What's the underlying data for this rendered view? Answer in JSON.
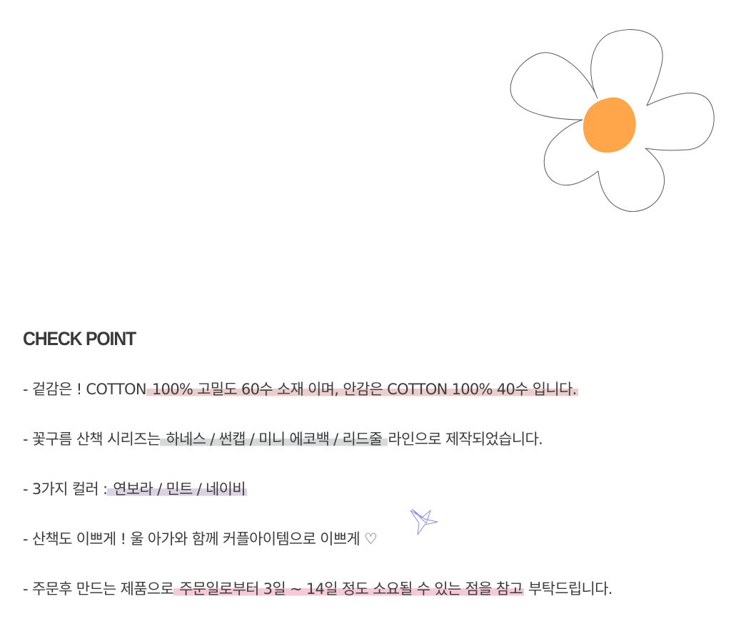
{
  "heading": "CHECK POINT",
  "points": [
    {
      "text_before": "- 겉감은 !  COTTON",
      "highlight": " 100%  고밀도 60수 소재 이며, 안감은 COTTON 100% 40수 입니다.",
      "text_after": ""
    },
    {
      "text_before": "- 꽃구름 산책 시리즈는",
      "highlight": " 하네스 / 썬캡 / 미니 에코백 / 리드줄 ",
      "text_after": "라인으로 제작되었습니다."
    },
    {
      "text_before": "- 3가지 컬러 :",
      "highlight": " 연보라 / 민트 / 네이비",
      "text_after": ""
    },
    {
      "text": "- 산책도 이쁘게 ! 울 아가와 함께 커플아이템으로 이쁘게 ♡"
    },
    {
      "text_before": "- 주문후 만드는 제품으로",
      "highlight": " 주문일로부터  3일 ~ 14일 정도 소요될 수 있는 점을 참고",
      "text_after": " 부탁드립니다."
    }
  ],
  "colors": {
    "highlight_pink": "#eccccc",
    "highlight_gray": "#d5d9d9",
    "highlight_lavender": "#ddd2e4",
    "highlight_rose": "#f6c9d6",
    "flower_center": "#ffa54a",
    "star_stroke": "#8a8ae6"
  },
  "icons": [
    "flower-icon",
    "star-icon"
  ]
}
